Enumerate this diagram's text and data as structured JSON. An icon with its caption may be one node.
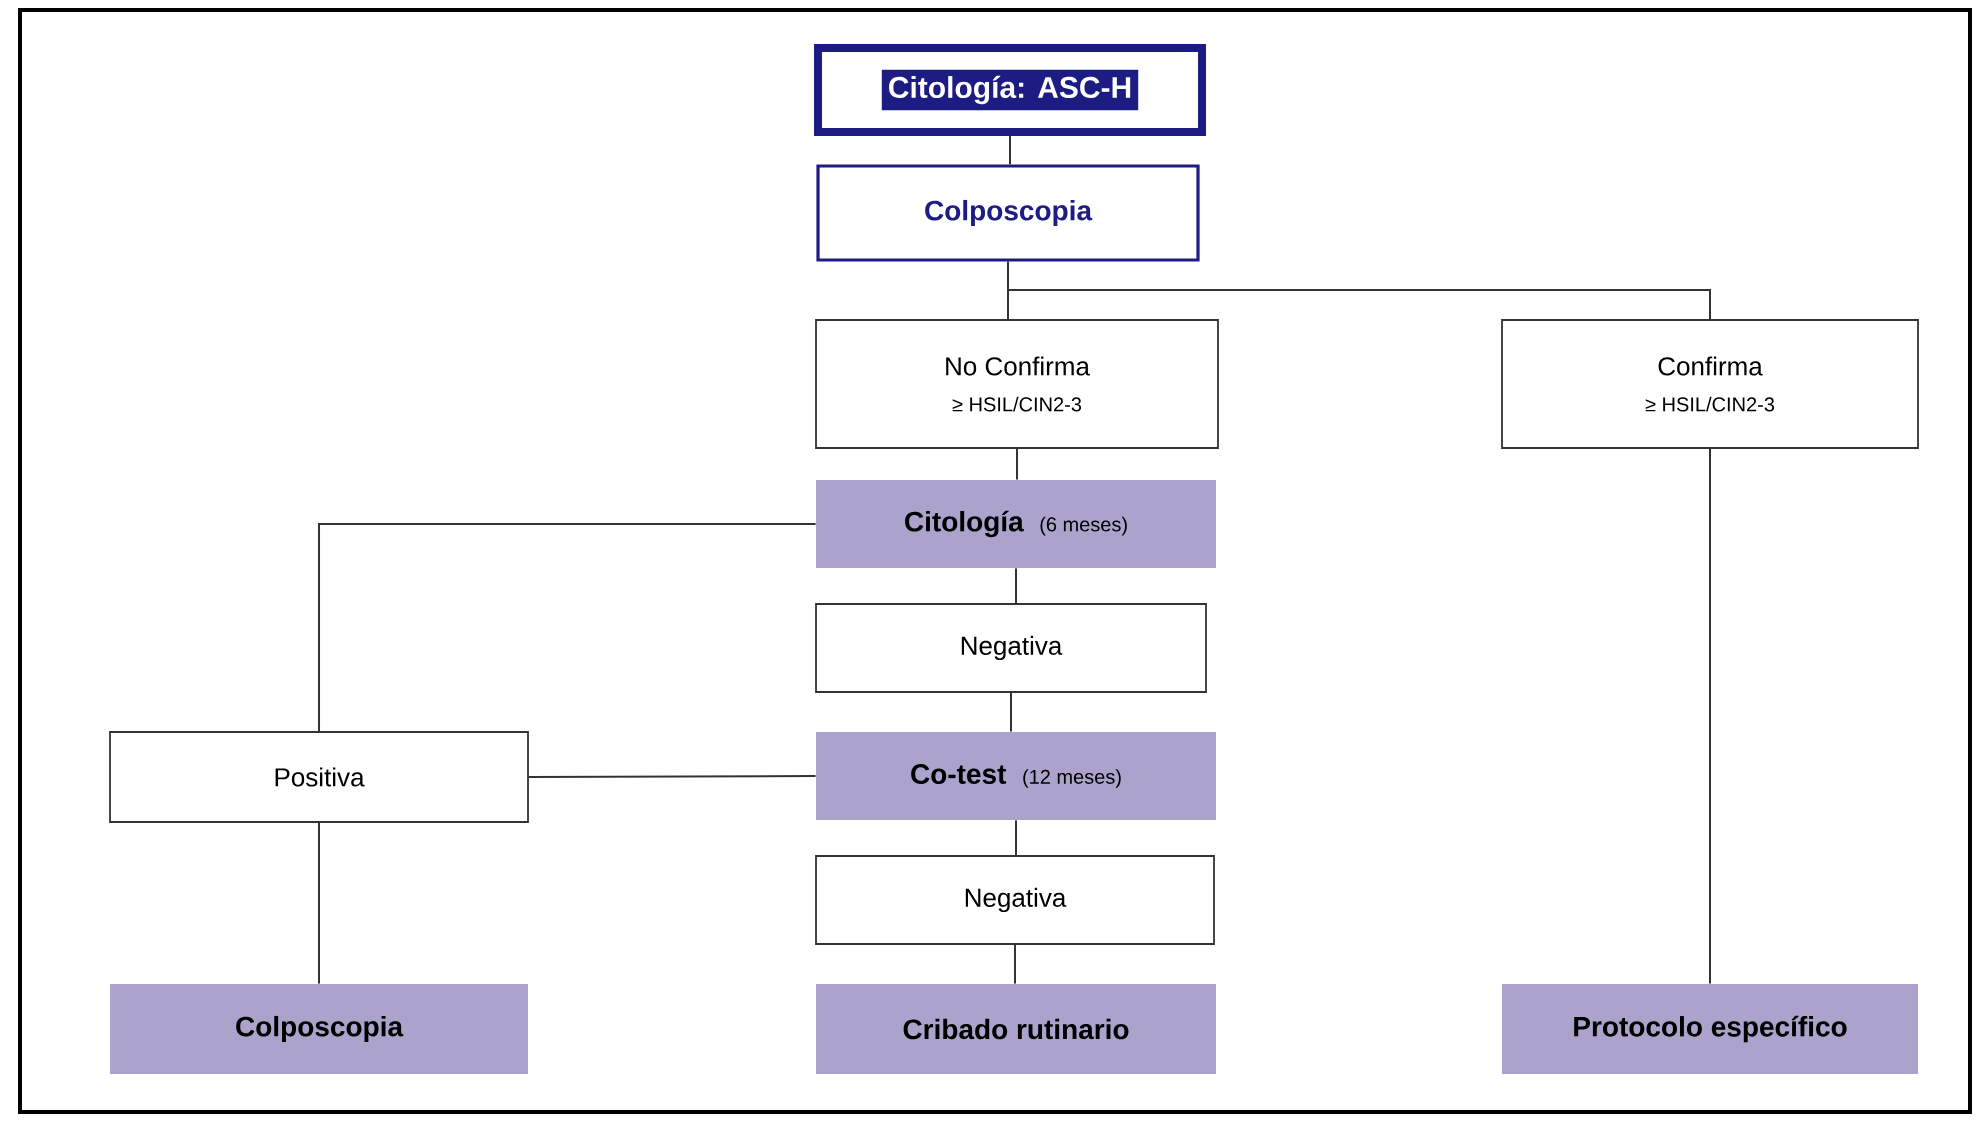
{
  "diagram": {
    "nodes": [
      {
        "text": [
          "Citología: ASC-H"
        ]
      },
      {
        "text": [
          "Colposcopia"
        ]
      },
      {
        "text": [
          "No Confirma",
          "≥ HSIL/CIN2-3"
        ]
      },
      {
        "text": [
          "Confirma",
          "≥ HSIL/CIN2-3"
        ]
      },
      {
        "text": [
          "Citología",
          "(6 meses)"
        ]
      },
      {
        "text": [
          "Negativa"
        ]
      },
      {
        "text": [
          "Positiva"
        ]
      },
      {
        "text": [
          "Co-test",
          "(12 meses)"
        ]
      },
      {
        "text": [
          "Negativa"
        ]
      },
      {
        "text": [
          "Colposcopia"
        ]
      },
      {
        "text": [
          "Cribado rutinario"
        ]
      },
      {
        "text": [
          "Protocolo específico"
        ]
      }
    ],
    "edges": [
      {
        "from": 0,
        "to": 1,
        "arrow": "none"
      },
      {
        "from": 1,
        "to": 2,
        "arrow": "none"
      },
      {
        "from": 1,
        "to": 3,
        "arrow": "none"
      },
      {
        "from": 2,
        "to": 4,
        "arrow": "none"
      },
      {
        "from": 4,
        "to": 6,
        "arrow": "none"
      },
      {
        "from": 4,
        "to": 5,
        "arrow": "none"
      },
      {
        "from": 5,
        "to": 7,
        "arrow": "none"
      },
      {
        "from": 7,
        "to": 6,
        "arrow": "none"
      },
      {
        "from": 7,
        "to": 8,
        "arrow": "none"
      },
      {
        "from": 8,
        "to": 10,
        "arrow": "none"
      },
      {
        "from": 6,
        "to": 9,
        "arrow": "none"
      },
      {
        "from": 3,
        "to": 11,
        "arrow": "none"
      }
    ]
  }
}
